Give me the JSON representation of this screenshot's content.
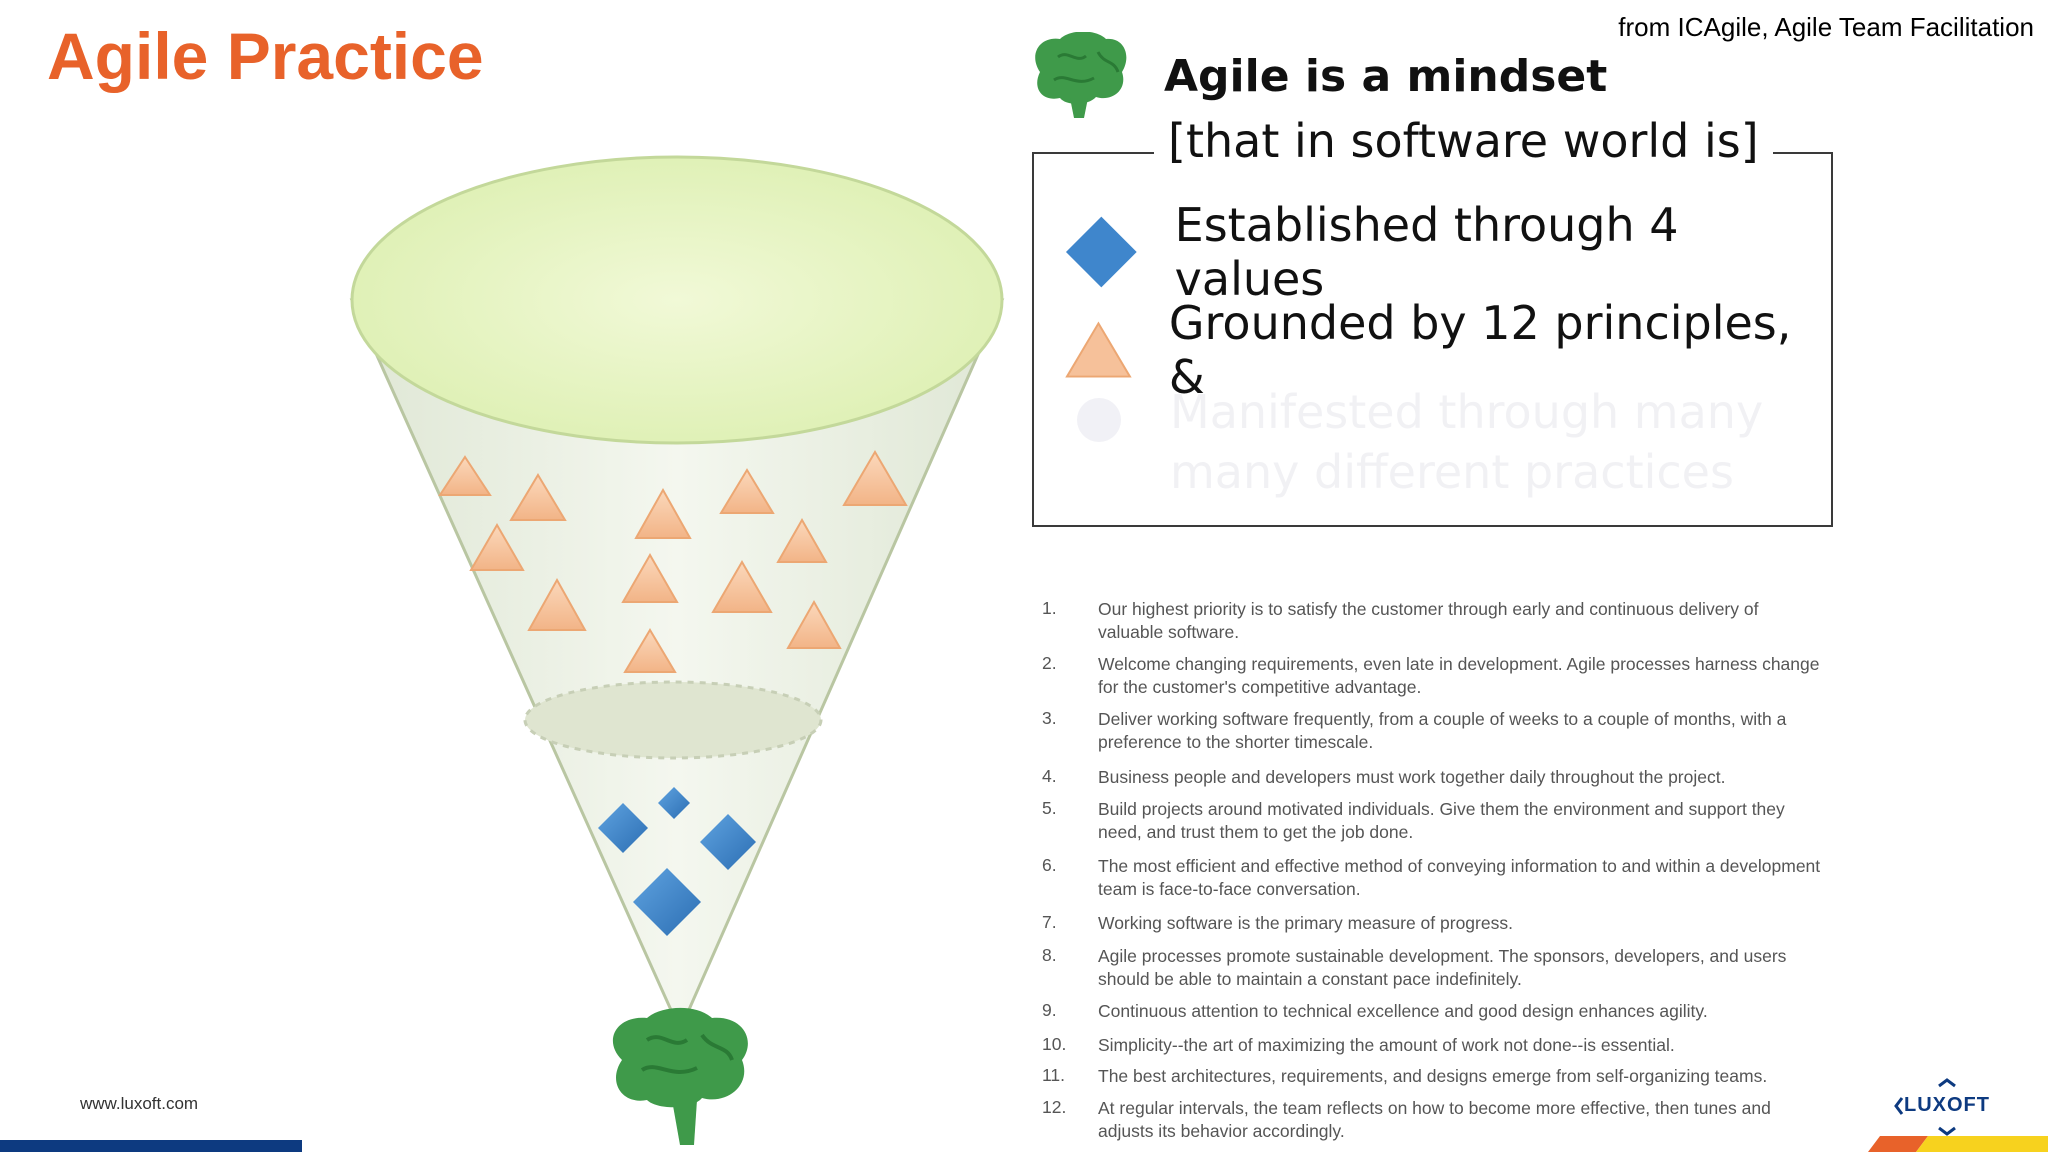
{
  "slide": {
    "title": "Agile Practice",
    "source_note": "from ICAgile, Agile Team Facilitation",
    "footer_url": "www.luxoft.com",
    "logo_text": "LUXOFT"
  },
  "mindset": {
    "heading": "Agile is a mindset",
    "box_caption": "[that in software world is]",
    "items": [
      {
        "text": "Established through 4 values",
        "marker": "blue-diamond"
      },
      {
        "text": "Grounded by 12 principles, &",
        "marker": "orange-triangle"
      },
      {
        "text_line1": "Manifested through many",
        "text_line2": "many different practices",
        "marker": "faded-circle"
      }
    ]
  },
  "principles": [
    {
      "num": "1.",
      "text": "Our highest priority is to satisfy the customer through early and continuous delivery of valuable software."
    },
    {
      "num": "2.",
      "text": "Welcome changing requirements, even late in development. Agile processes harness change for the customer's competitive advantage."
    },
    {
      "num": "3.",
      "text": "Deliver working software frequently, from a couple of weeks to a couple of months, with a preference to the shorter timescale."
    },
    {
      "num": "4.",
      "text": "Business people and developers must work together daily throughout the project."
    },
    {
      "num": "5.",
      "text": "Build projects around motivated individuals. Give them the environment and support they need, and trust them to get the job done."
    },
    {
      "num": "6.",
      "text": "The most efficient and effective method of conveying information to and within a development team is face-to-face conversation."
    },
    {
      "num": "7.",
      "text": "Working software is the primary measure of progress."
    },
    {
      "num": "8.",
      "text": "Agile processes promote sustainable development. The sponsors, developers, and users should be able to maintain a constant pace indefinitely."
    },
    {
      "num": "9.",
      "text": "Continuous attention to technical excellence and good design enhances agility."
    },
    {
      "num": "10.",
      "text": "Simplicity--the art of maximizing the amount of work not done--is essential."
    },
    {
      "num": "11.",
      "text": "The best architectures, requirements, and designs emerge from self-organizing teams."
    },
    {
      "num": "12.",
      "text": "At regular intervals, the team reflects on how to become more effective, then tunes and adjusts its behavior accordingly."
    }
  ],
  "colors": {
    "title": "#e8622a",
    "diamond": "#3f86cc",
    "triangle": "#f6c19a",
    "funnel_top": "#e9f5c4",
    "brain": "#3f9a4a",
    "brand_blue": "#0d3a80",
    "brand_orange": "#e8622a",
    "brand_yellow": "#f7d21e"
  },
  "icons": {
    "brain": "brain-icon",
    "diamond": "diamond-icon",
    "triangle": "triangle-icon",
    "logo": "luxoft-logo"
  }
}
